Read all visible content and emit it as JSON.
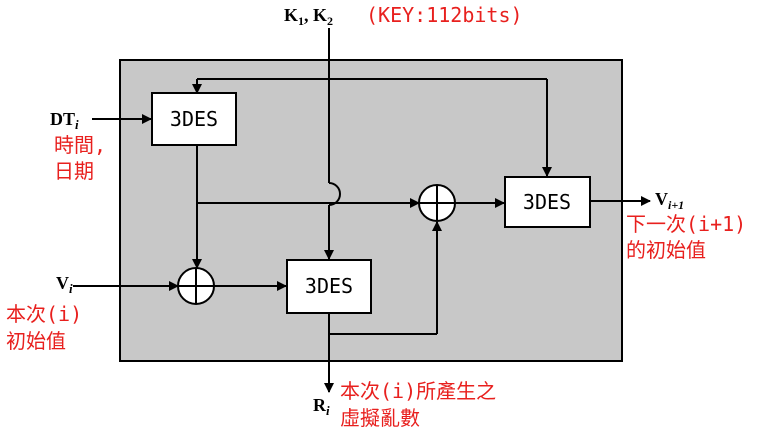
{
  "diagram": {
    "blocks": {
      "top_left": "3DES",
      "middle": "3DES",
      "right": "3DES"
    },
    "key_label": {
      "main": "K",
      "sub1": "1",
      "sep": ", K",
      "sub2": "2"
    },
    "key_note": "(KEY:112bits)",
    "dt_label": {
      "main": "DT",
      "sub": "i"
    },
    "dt_note_line1": "時間,",
    "dt_note_line2": "日期",
    "v_label": {
      "main": "V",
      "sub": "i"
    },
    "v_note_line1": "本次(i)",
    "v_note_line2": "初始值",
    "vnext_label": {
      "main": "V",
      "sub": "i+1"
    },
    "vnext_note_line1": "下一次(i+1)",
    "vnext_note_line2": "的初始值",
    "r_label": {
      "main": "R",
      "sub": "i"
    },
    "r_note_line1": "本次(i)所產生之",
    "r_note_line2": "虛擬亂數"
  },
  "colors": {
    "panel": "#c8c8c8",
    "note": "#e8201e",
    "line": "#000000"
  }
}
